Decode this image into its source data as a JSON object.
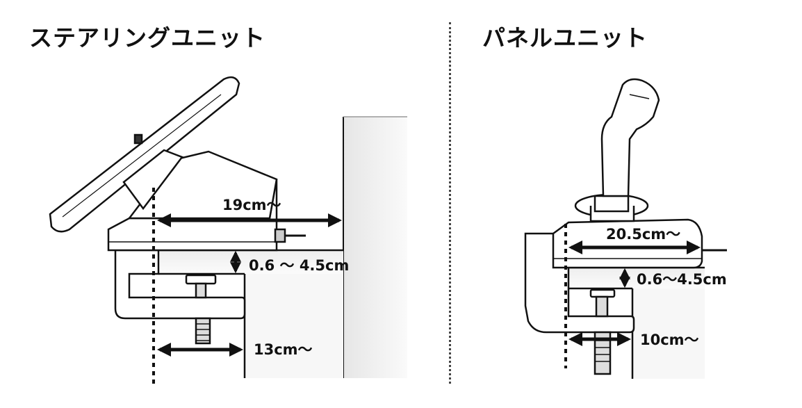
{
  "titles": {
    "steering_unit": "ステアリングユニット",
    "panel_unit": "パネルユニット"
  },
  "steering": {
    "depth_label": "19cm～",
    "thickness_label": "0.6 ～ 4.5cm",
    "clamp_label": "13cm～"
  },
  "panel": {
    "depth_label": "20.5cm～",
    "thickness_label": "0.6～4.5cm",
    "clamp_label": "10cm～"
  },
  "colors": {
    "ink": "#111111",
    "table_fill": "#f2f2f2",
    "wall_fill": "#f4f4f4",
    "device_fill": "#ffffff",
    "divider": "#444444"
  }
}
